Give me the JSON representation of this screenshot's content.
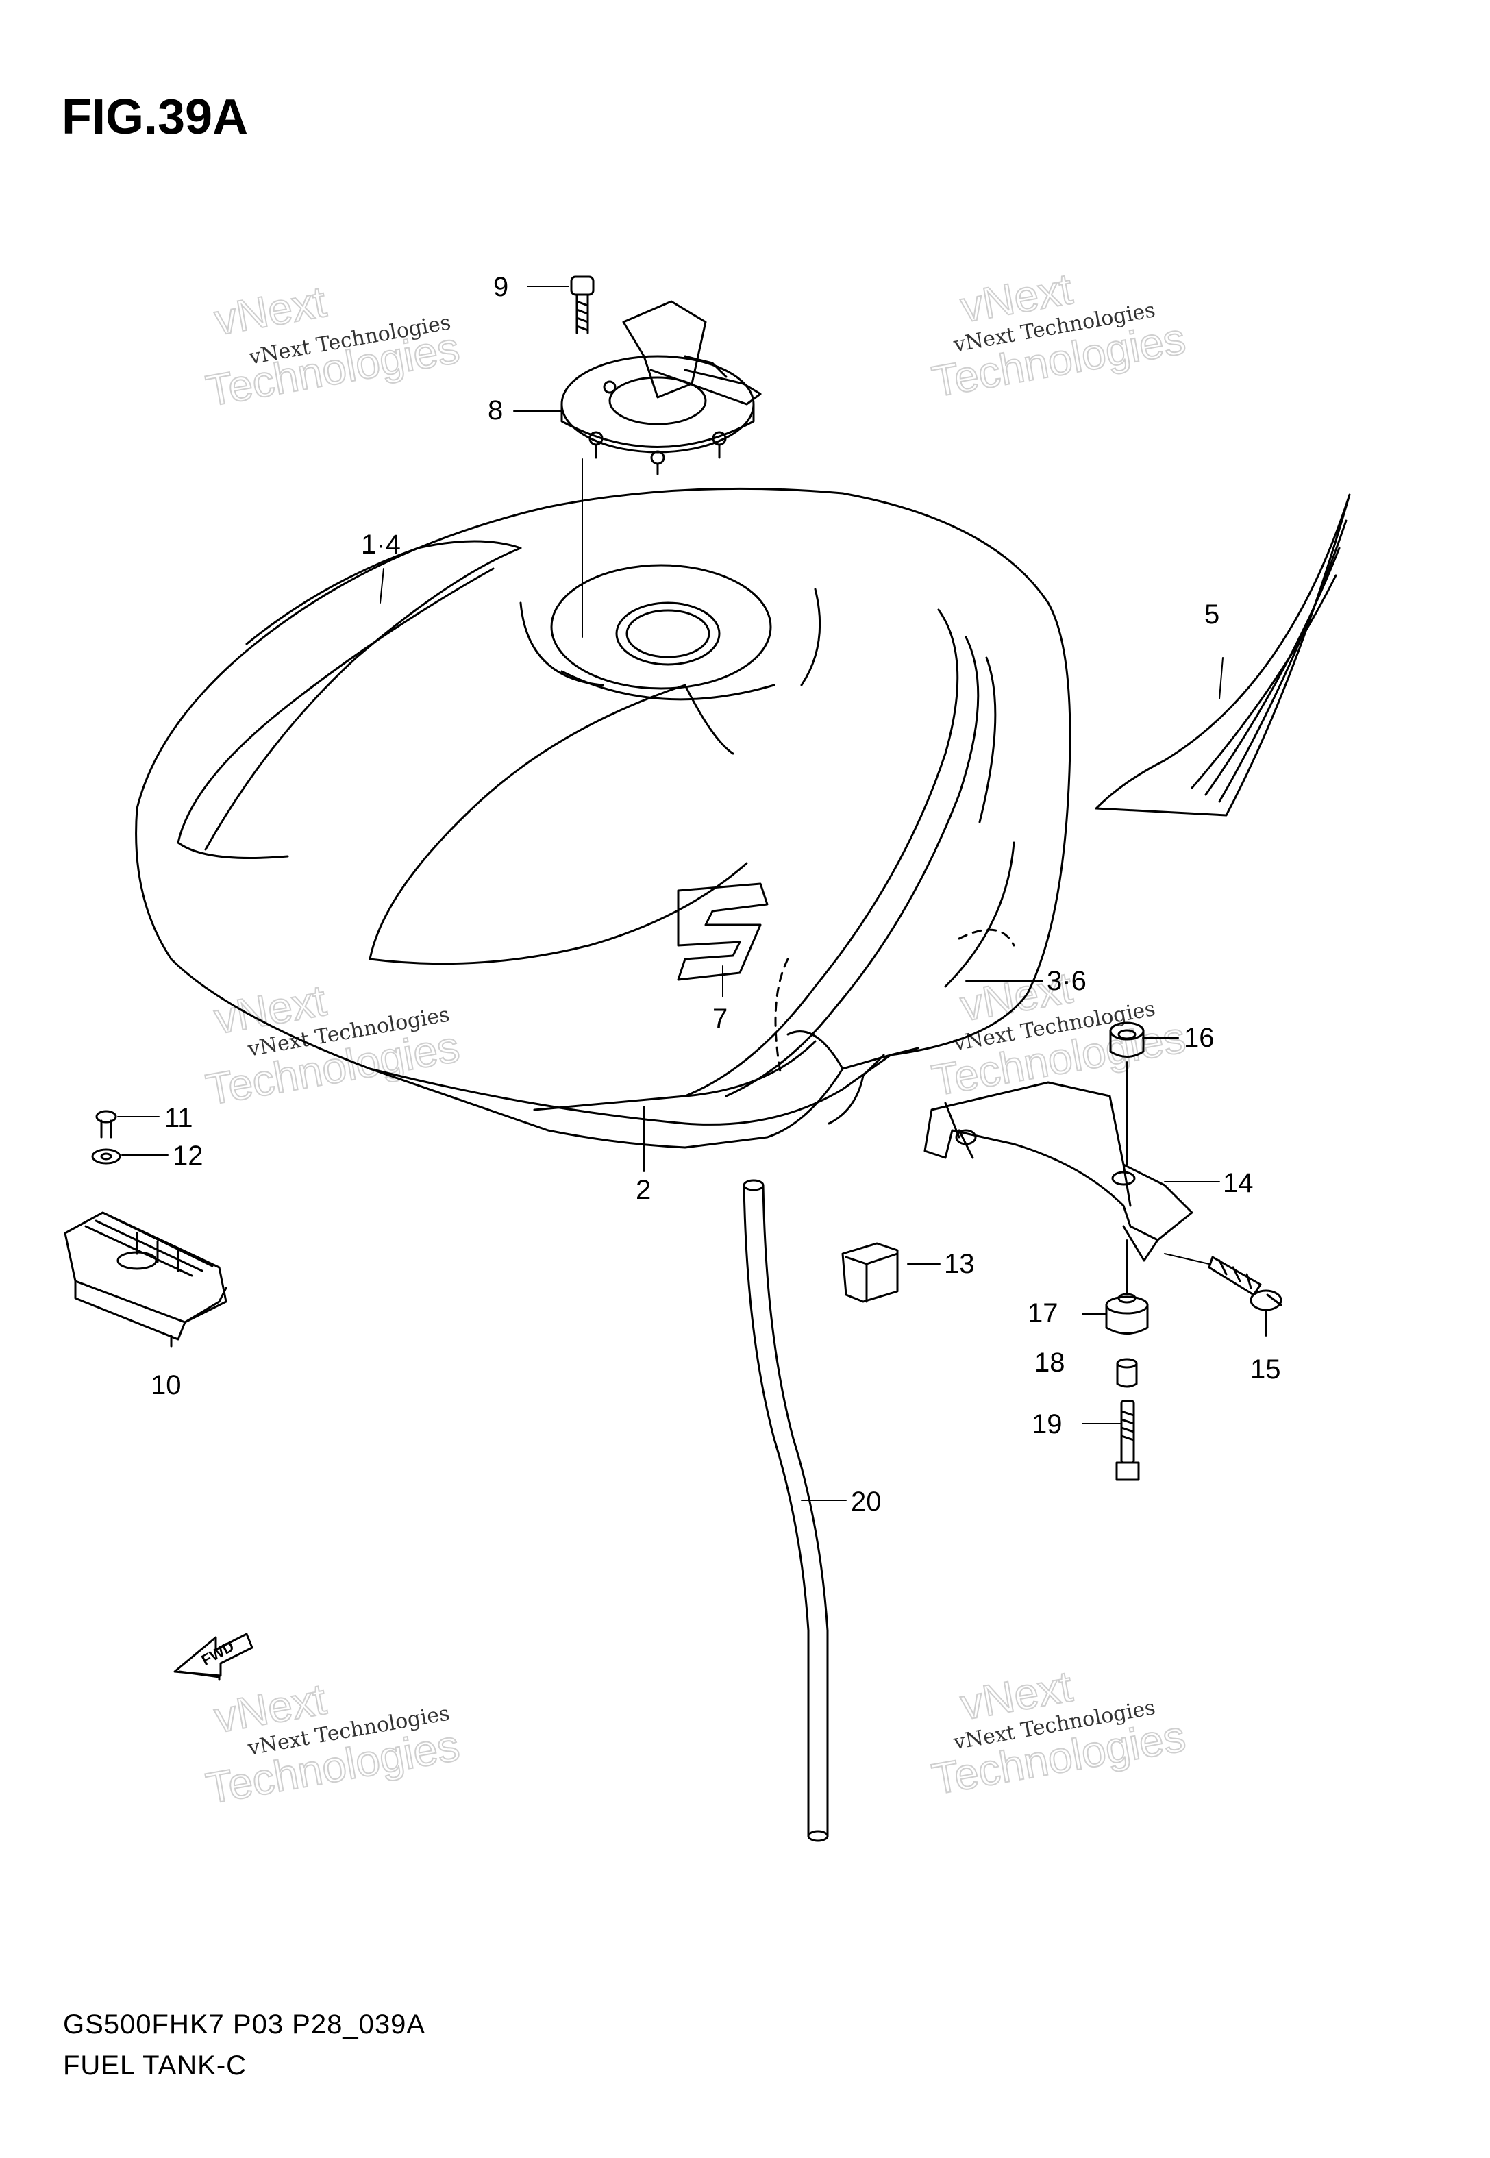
{
  "figure": {
    "title": "FIG.39A",
    "model_code": "GS500FHK7 P03 P28_039A",
    "section_name": "FUEL TANK-C",
    "direction_marker": "FWD"
  },
  "callouts": [
    {
      "id": "c1",
      "label": "1·4"
    },
    {
      "id": "c2",
      "label": "2"
    },
    {
      "id": "c3",
      "label": "3·6"
    },
    {
      "id": "c5",
      "label": "5"
    },
    {
      "id": "c7",
      "label": "7"
    },
    {
      "id": "c8",
      "label": "8"
    },
    {
      "id": "c9",
      "label": "9"
    },
    {
      "id": "c10",
      "label": "10"
    },
    {
      "id": "c11",
      "label": "11"
    },
    {
      "id": "c12",
      "label": "12"
    },
    {
      "id": "c13",
      "label": "13"
    },
    {
      "id": "c14",
      "label": "14"
    },
    {
      "id": "c15",
      "label": "15"
    },
    {
      "id": "c16",
      "label": "16"
    },
    {
      "id": "c17",
      "label": "17"
    },
    {
      "id": "c18",
      "label": "18"
    },
    {
      "id": "c19",
      "label": "19"
    },
    {
      "id": "c20",
      "label": "20"
    }
  ],
  "watermark": {
    "line_top": "vNext",
    "line_mid": "vNext Technologies",
    "line_big": "Technologies"
  },
  "colors": {
    "line": "#000000",
    "watermark": "#cfcfcf",
    "background": "#ffffff"
  }
}
